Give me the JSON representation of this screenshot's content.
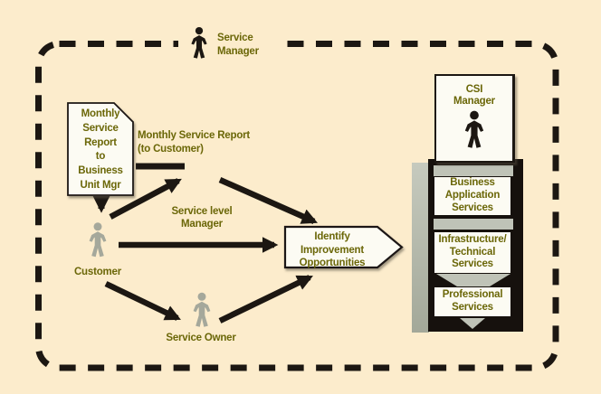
{
  "title": "Service reporting relationships diagram",
  "colors": {
    "background": "#fceccc",
    "line_black": "#1c1712",
    "label_olive": "#6b6708",
    "box_fill": "#fcfbf3",
    "person_gray": "#a5a89b",
    "bar_gray": "#bfc3b7",
    "stack_black": "#16110d"
  },
  "actors": {
    "service_manager": {
      "label": "Service\nManager",
      "icon": "person-icon",
      "icon_color": "black"
    },
    "customer": {
      "label": "Customer",
      "icon": "person-icon",
      "icon_color": "gray"
    },
    "service_owner": {
      "label": "Service Owner",
      "icon": "person-icon",
      "icon_color": "gray"
    },
    "csi_manager": {
      "label": "CSI\nManager",
      "icon": "person-icon",
      "icon_color": "black"
    }
  },
  "nodes": {
    "monthly_report_doc": {
      "shape": "document",
      "label": "Monthly\nService\nReport\nto\nBusiness\nUnit Mgr"
    },
    "report_to_customer": {
      "label": "Monthly Service Report\n(to Customer)"
    },
    "service_level_manager": {
      "label": "Service level\nManager"
    },
    "identify_opportunities": {
      "shape": "pointed-box",
      "label": "Identify\nImprovement\nOpportunities"
    }
  },
  "services_stack": {
    "items": [
      {
        "label": "Business\nApplication\nServices"
      },
      {
        "label": "Infrastructure/\nTechnical\nServices"
      },
      {
        "label": "Professional\nServices"
      }
    ]
  },
  "connections": [
    {
      "from": "monthly_report_doc",
      "to": "customer"
    },
    {
      "from": "customer",
      "to": "service_level_manager"
    },
    {
      "from": "service_level_manager",
      "to": "identify_opportunities"
    },
    {
      "from": "customer",
      "to": "identify_opportunities"
    },
    {
      "from": "customer",
      "to": "service_owner"
    },
    {
      "from": "service_owner",
      "to": "identify_opportunities"
    },
    {
      "from": "identify_opportunities",
      "to": "services_stack"
    }
  ]
}
